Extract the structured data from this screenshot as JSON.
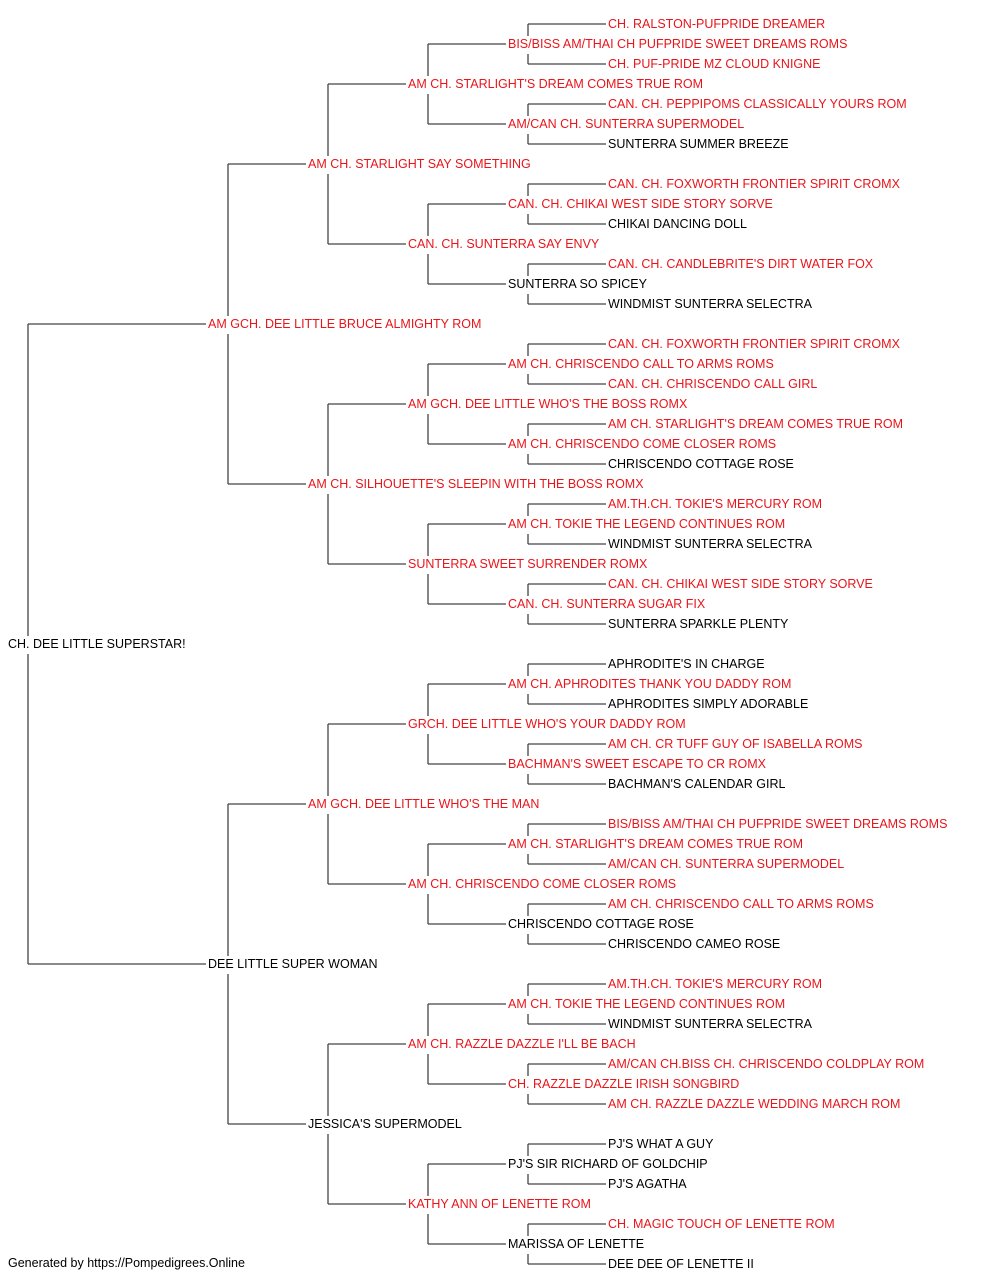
{
  "colors": {
    "titled": "#e8151b",
    "plain": "#000000",
    "line": "#444444"
  },
  "pedigree": {
    "root": {
      "name": "CH. DEE LITTLE SUPERSTAR!",
      "titled": false,
      "sire": {
        "name": "AM GCH. DEE LITTLE BRUCE ALMIGHTY ROM",
        "titled": true,
        "sire": {
          "name": "AM CH. STARLIGHT SAY SOMETHING",
          "titled": true,
          "sire": {
            "name": "AM CH. STARLIGHT'S DREAM COMES TRUE ROM",
            "titled": true,
            "sire": {
              "name": "BIS/BISS AM/THAI CH PUFPRIDE SWEET DREAMS ROMS",
              "titled": true,
              "sire": {
                "name": "CH. RALSTON-PUFPRIDE DREAMER",
                "titled": true
              },
              "dam": {
                "name": "CH. PUF-PRIDE MZ CLOUD KNIGNE",
                "titled": true
              }
            },
            "dam": {
              "name": "AM/CAN CH. SUNTERRA SUPERMODEL",
              "titled": true,
              "sire": {
                "name": "CAN. CH. PEPPIPOMS CLASSICALLY YOURS ROM",
                "titled": true
              },
              "dam": {
                "name": "SUNTERRA SUMMER BREEZE",
                "titled": false
              }
            }
          },
          "dam": {
            "name": "CAN. CH. SUNTERRA SAY ENVY",
            "titled": true,
            "sire": {
              "name": "CAN. CH. CHIKAI WEST SIDE STORY SORVE",
              "titled": true,
              "sire": {
                "name": "CAN. CH. FOXWORTH FRONTIER SPIRIT CROMX",
                "titled": true
              },
              "dam": {
                "name": "CHIKAI DANCING DOLL",
                "titled": false
              }
            },
            "dam": {
              "name": "SUNTERRA SO SPICEY",
              "titled": false,
              "sire": {
                "name": "CAN. CH. CANDLEBRITE'S DIRT WATER FOX",
                "titled": true
              },
              "dam": {
                "name": "WINDMIST SUNTERRA SELECTRA",
                "titled": false
              }
            }
          }
        },
        "dam": {
          "name": "AM CH. SILHOUETTE'S SLEEPIN WITH THE BOSS ROMX",
          "titled": true,
          "sire": {
            "name": "AM GCH. DEE LITTLE WHO'S THE BOSS ROMX",
            "titled": true,
            "sire": {
              "name": "AM CH. CHRISCENDO CALL TO ARMS ROMS",
              "titled": true,
              "sire": {
                "name": "CAN. CH. FOXWORTH FRONTIER SPIRIT CROMX",
                "titled": true
              },
              "dam": {
                "name": "CAN. CH. CHRISCENDO CALL GIRL",
                "titled": true
              }
            },
            "dam": {
              "name": "AM CH. CHRISCENDO COME CLOSER ROMS",
              "titled": true,
              "sire": {
                "name": "AM CH. STARLIGHT'S DREAM COMES TRUE ROM",
                "titled": true
              },
              "dam": {
                "name": "CHRISCENDO COTTAGE ROSE",
                "titled": false
              }
            }
          },
          "dam": {
            "name": "SUNTERRA SWEET SURRENDER ROMX",
            "titled": true,
            "sire": {
              "name": "AM CH. TOKIE THE LEGEND CONTINUES ROM",
              "titled": true,
              "sire": {
                "name": "AM.TH.CH. TOKIE'S MERCURY ROM",
                "titled": true
              },
              "dam": {
                "name": "WINDMIST SUNTERRA SELECTRA",
                "titled": false
              }
            },
            "dam": {
              "name": "CAN. CH. SUNTERRA SUGAR FIX",
              "titled": true,
              "sire": {
                "name": "CAN. CH. CHIKAI WEST SIDE STORY SORVE",
                "titled": true
              },
              "dam": {
                "name": "SUNTERRA SPARKLE PLENTY",
                "titled": false
              }
            }
          }
        }
      },
      "dam": {
        "name": "DEE LITTLE SUPER WOMAN",
        "titled": false,
        "sire": {
          "name": "AM GCH. DEE LITTLE WHO'S THE MAN",
          "titled": true,
          "sire": {
            "name": "GRCH. DEE LITTLE WHO'S YOUR DADDY ROM",
            "titled": true,
            "sire": {
              "name": "AM CH. APHRODITES THANK YOU DADDY ROM",
              "titled": true,
              "sire": {
                "name": "APHRODITE'S IN CHARGE",
                "titled": false
              },
              "dam": {
                "name": "APHRODITES SIMPLY ADORABLE",
                "titled": false
              }
            },
            "dam": {
              "name": "BACHMAN'S SWEET ESCAPE TO CR ROMX",
              "titled": true,
              "sire": {
                "name": "AM CH. CR TUFF GUY OF ISABELLA ROMS",
                "titled": true
              },
              "dam": {
                "name": "BACHMAN'S CALENDAR GIRL",
                "titled": false
              }
            }
          },
          "dam": {
            "name": "AM CH. CHRISCENDO COME CLOSER ROMS",
            "titled": true,
            "sire": {
              "name": "AM CH. STARLIGHT'S DREAM COMES TRUE ROM",
              "titled": true,
              "sire": {
                "name": "BIS/BISS AM/THAI CH PUFPRIDE SWEET DREAMS ROMS",
                "titled": true
              },
              "dam": {
                "name": "AM/CAN CH. SUNTERRA SUPERMODEL",
                "titled": true
              }
            },
            "dam": {
              "name": "CHRISCENDO COTTAGE ROSE",
              "titled": false,
              "sire": {
                "name": "AM CH. CHRISCENDO CALL TO ARMS ROMS",
                "titled": true
              },
              "dam": {
                "name": "CHRISCENDO CAMEO ROSE",
                "titled": false
              }
            }
          }
        },
        "dam": {
          "name": "JESSICA'S SUPERMODEL",
          "titled": false,
          "sire": {
            "name": "AM CH. RAZZLE DAZZLE I'LL BE BACH",
            "titled": true,
            "sire": {
              "name": "AM CH. TOKIE THE LEGEND CONTINUES ROM",
              "titled": true,
              "sire": {
                "name": "AM.TH.CH. TOKIE'S MERCURY ROM",
                "titled": true
              },
              "dam": {
                "name": "WINDMIST SUNTERRA SELECTRA",
                "titled": false
              }
            },
            "dam": {
              "name": "CH. RAZZLE DAZZLE IRISH SONGBIRD",
              "titled": true,
              "sire": {
                "name": "AM/CAN CH.BISS CH. CHRISCENDO COLDPLAY ROM",
                "titled": true
              },
              "dam": {
                "name": "AM CH. RAZZLE DAZZLE WEDDING MARCH ROM",
                "titled": true
              }
            }
          },
          "dam": {
            "name": "KATHY ANN OF LENETTE ROM",
            "titled": true,
            "sire": {
              "name": "PJ'S SIR RICHARD OF GOLDCHIP",
              "titled": false,
              "sire": {
                "name": "PJ'S WHAT A GUY",
                "titled": false
              },
              "dam": {
                "name": "PJ'S AGATHA",
                "titled": false
              }
            },
            "dam": {
              "name": "MARISSA OF LENETTE",
              "titled": false,
              "sire": {
                "name": "CH. MAGIC TOUCH OF LENETTE ROM",
                "titled": true
              },
              "dam": {
                "name": "DEE DEE OF LENETTE II",
                "titled": false
              }
            }
          }
        }
      }
    }
  },
  "footer": {
    "text": "Generated by https://Pompedigrees.Online"
  }
}
